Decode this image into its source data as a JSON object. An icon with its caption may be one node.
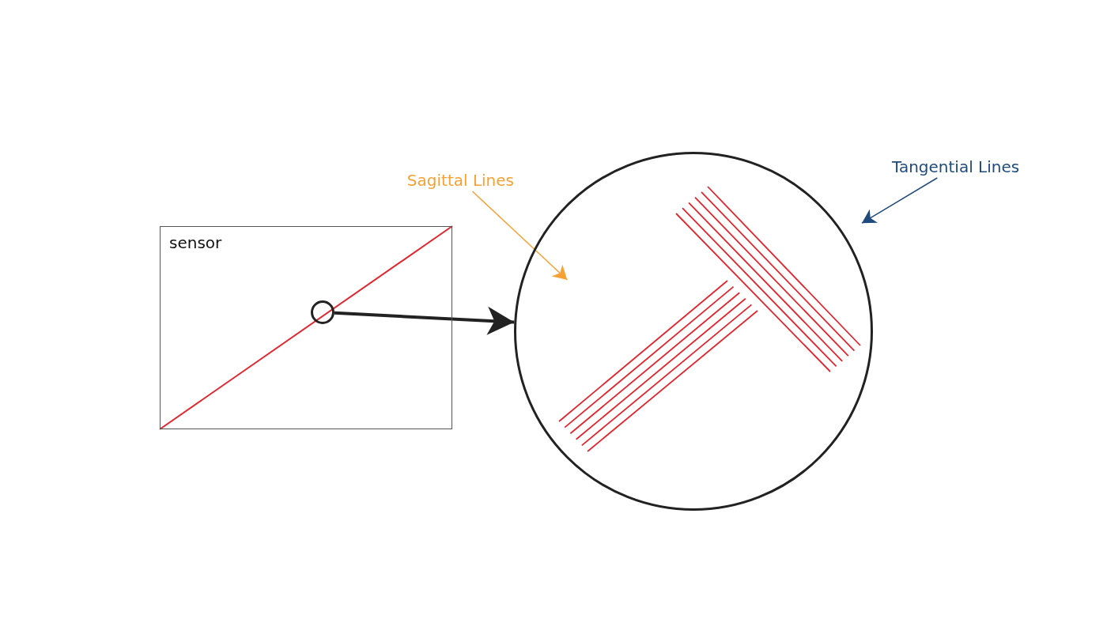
{
  "diagram": {
    "nodes": [
      {
        "text": [
          "sensor"
        ]
      },
      {
        "text": [],
        "shape": "circle",
        "in": 0
      },
      {
        "text": [],
        "shape": "circle"
      },
      {
        "text": [
          "Sagittal Lines"
        ]
      },
      {
        "text": [
          "Tangential Lines"
        ]
      },
      {
        "text": [],
        "shape": "lines",
        "in": 2
      },
      {
        "text": [],
        "shape": "lines",
        "in": 2
      }
    ],
    "edges": [
      {
        "from": 1,
        "to": 2,
        "arrow": "to",
        "style": "thick",
        "color": "#222222"
      },
      {
        "from": 3,
        "to": 5,
        "arrow": "to",
        "color": "#f7a134"
      },
      {
        "from": 4,
        "to": 6,
        "arrow": "to",
        "color": "#1f4a7c"
      }
    ]
  }
}
